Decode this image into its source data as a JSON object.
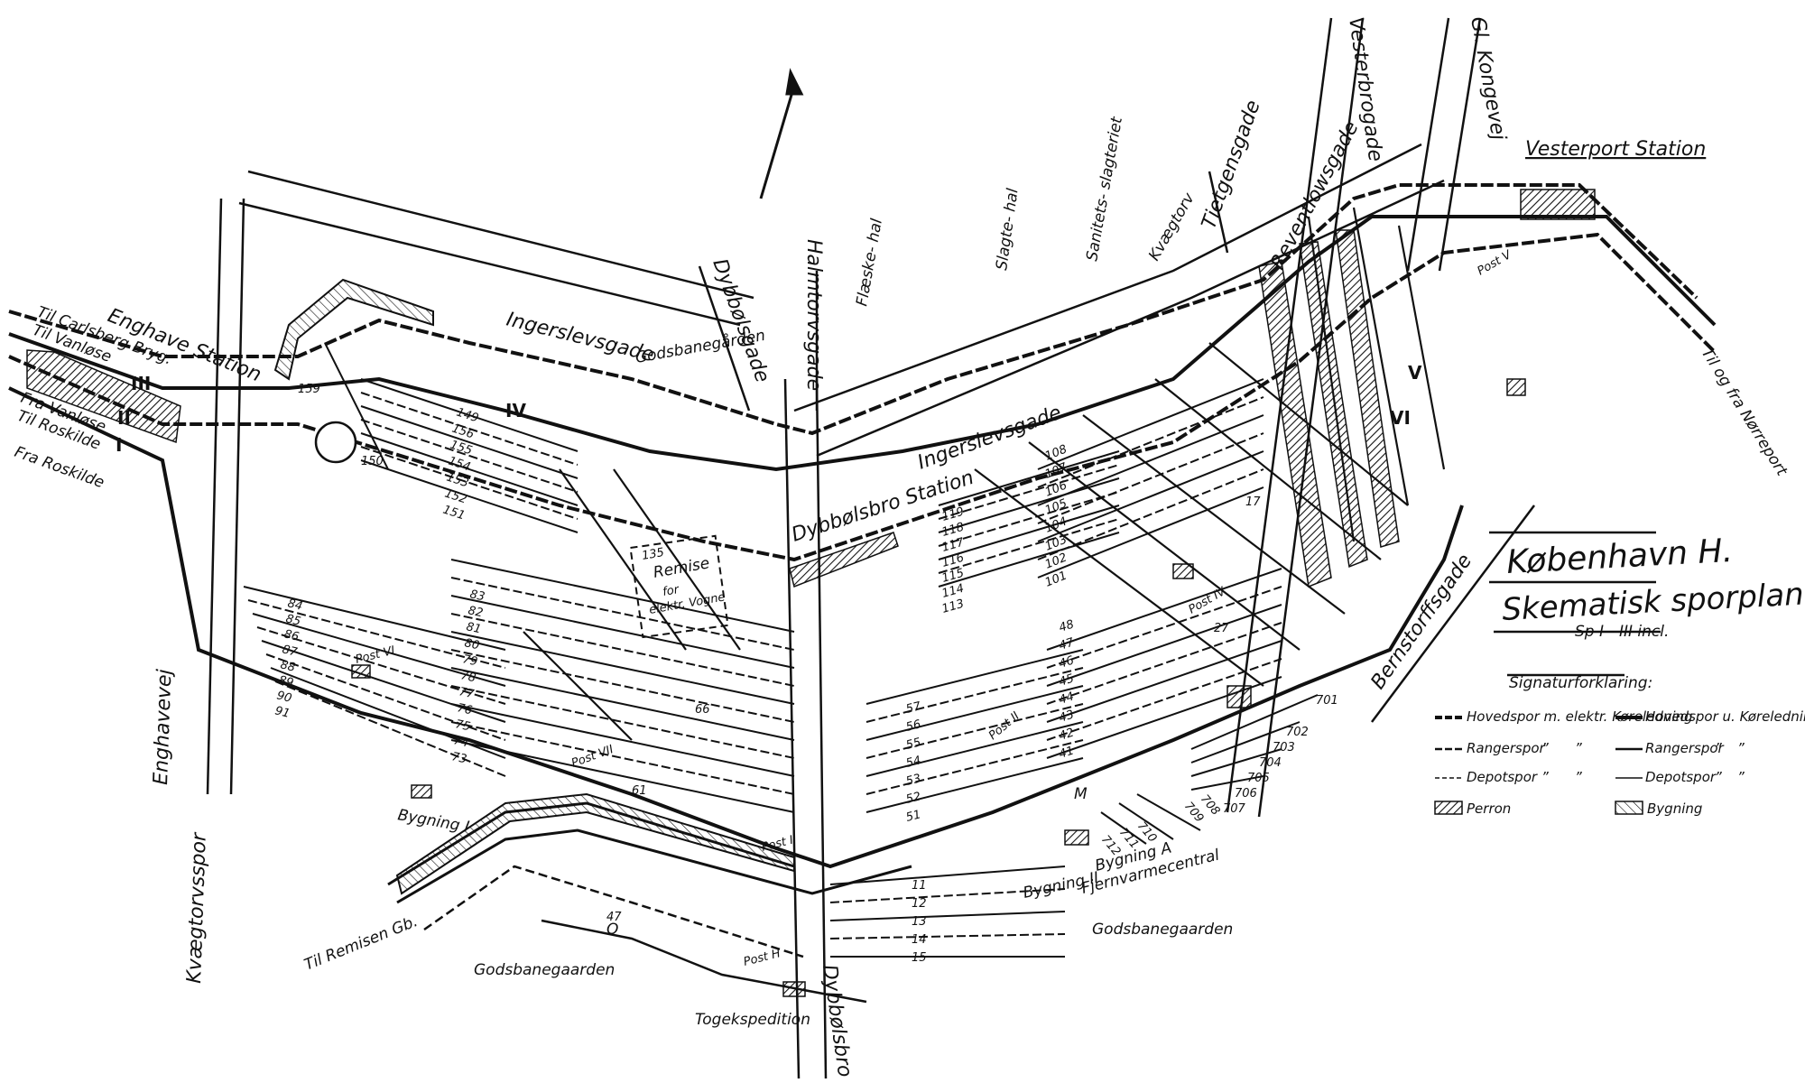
{
  "title": {
    "main": "København H.",
    "sub": "Skematisk sporplan",
    "note": "Sp I - III incl."
  },
  "legend": {
    "heading": "Signaturforklaring:",
    "items": [
      "Hovedspor m. elektr. Køreledning",
      "Hovedspor u. Køreledning",
      "Rangerspor",
      "Rangerspor",
      "Depotspor",
      "Depotspor",
      "Perron",
      "Bygning"
    ],
    "ditto_marks": [
      "”",
      "”",
      "”",
      "”",
      "”",
      "”",
      "”",
      "”"
    ]
  },
  "streets": {
    "ingerslevsgade_1": "Ingerslevsgade",
    "ingerslevsgade_2": "Ingerslevsgade",
    "dybboelsgade": "Dybbølsgade",
    "halmtorvsgade": "Halmtorvsgade",
    "tietgensgade": "Tietgensgade",
    "reventlowsgade": "Reventlowsgade",
    "vesterbrogade": "Vesterbrogade",
    "gl_kongevej": "Gl. Kongevej",
    "bernstorffsgade": "Bernstorffsgade",
    "enghavevej": "Enghavevej",
    "dybboelsbro": "Dybbølsbro",
    "kvaegtorvsspor": "Kvægtorvsspor"
  },
  "stations": {
    "vesterport": "Vesterport Station",
    "enghave": "Enghave Station",
    "dybboelsbro": "Dybbølsbro Station"
  },
  "directions": {
    "til_carlsberg": "Til Carlsberg Bryg.",
    "til_vanloese": "Til Vanløse",
    "fra_vanloese": "Fra Vanløse",
    "til_roskilde": "Til Roskilde",
    "fra_roskilde": "Fra Roskilde",
    "til_remisen": "Til Remisen Gb.",
    "til_fra_noerreport": "Til og fra Nørreport"
  },
  "places": {
    "godsbanegaarden_top": "Godsbanegården",
    "godsbanegaarden_left": "Godsbanegaarden",
    "godsbanegaarden_bottom": "Godsbanegaarden",
    "flaeskehal": "Flæske- hal",
    "slagtehal": "Slagte- hal",
    "sanitetsslagteri": "Sanitets- slagteriet",
    "kvaegtorv": "Kvægtorv",
    "remise": "Remise",
    "remise_line1": "135",
    "remise_line2": "for",
    "remise_line3": "elektr. Vogne",
    "bygning_i": "Bygning I",
    "bygning_ii": "Bygning II",
    "bygning_a": "Bygning A",
    "fjernvarmecentral": "Fjernvarmecentral",
    "togekspedition": "Togekspedition",
    "post_vi": "Post VI",
    "post_vii": "Post VII",
    "post_i": "Post I",
    "post_ii": "Post II",
    "post_iv": "Post IV",
    "post_v": "Post V",
    "post_h": "Post H"
  },
  "track_numbers": {
    "group_140s": [
      "149",
      "156",
      "155",
      "154",
      "153",
      "152",
      "151"
    ],
    "group_80s": [
      "84",
      "85",
      "86",
      "87",
      "88",
      "89",
      "90",
      "91"
    ],
    "group_70s": [
      "83",
      "82",
      "81",
      "80",
      "79",
      "78",
      "77",
      "76",
      "75",
      "74",
      "73"
    ],
    "group_110s": [
      "119",
      "118",
      "117",
      "116",
      "115",
      "114",
      "113"
    ],
    "group_100s": [
      "108",
      "107",
      "106",
      "105",
      "104",
      "103",
      "102",
      "101"
    ],
    "group_50s": [
      "57",
      "56",
      "55",
      "54",
      "53",
      "52",
      "51"
    ],
    "group_40s": [
      "48",
      "47",
      "46",
      "45",
      "44",
      "43",
      "42",
      "41"
    ],
    "group_10s": [
      "11",
      "12",
      "13",
      "14",
      "15"
    ],
    "group_700s": [
      "701",
      "702",
      "703",
      "704",
      "705",
      "706",
      "707",
      "708",
      "709",
      "710",
      "711",
      "712"
    ],
    "roman": [
      "I",
      "II",
      "III",
      "IV",
      "V",
      "VI"
    ],
    "misc": [
      "150",
      "159",
      "M",
      "O",
      "47",
      "61",
      "66",
      "27",
      "17"
    ]
  },
  "colors": {
    "ink": "#111111",
    "paper": "#ffffff"
  }
}
